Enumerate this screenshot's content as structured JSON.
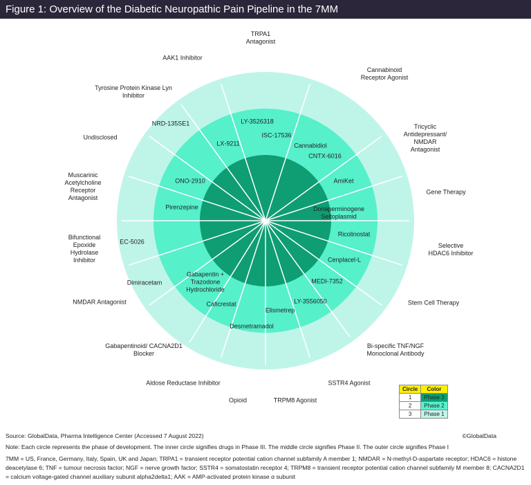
{
  "title": "Figure 1: Overview of the Diabetic Neuropathic Pain Pipeline in the 7MM",
  "colors": {
    "phase1": "#bff5e9",
    "phase2": "#56f0cb",
    "phase3": "#0f9d73",
    "header": "#2b2639"
  },
  "outer_labels": [
    "TRPA1\nAntagonist",
    "AAK1 Inhibitor",
    "Cannabinoid\nReceptor Agonist",
    "Tyrosine Protein Kinase Lyn\nInhibitor",
    "Undisclosed",
    "Tricyclic\nAntidepressant/\nNMDAR\nAntagonist",
    "Gene Therapy",
    "Muscarinic\nAcetylcholine\nReceptor\nAntagonist",
    "Bifunctional\nEpoxide\nHydrolase\nInhibitor",
    "Selective\nHDAC6 Inhibitor",
    "NMDAR Antagonist",
    "Stem Cell Therapy",
    "Gabapentinoid/ CACNA2D1\nBlocker",
    "Bi-specific TNF/NGF\nMonoclonal Antibody",
    "Aldose Reductase Inhibitor",
    "SSTR4 Agonist",
    "Opioid",
    "TRPM8 Agonist"
  ],
  "drug_labels": [
    "NRD-135SE1",
    "LY-3526318",
    "ISC-17536",
    "LX-9211",
    "Cannabidiol",
    "CNTX-6016",
    "ONO-2910",
    "AmiKet",
    "Pirenzepine",
    "Donaperminogene\nSeltoplasmid",
    "Ricolinostat",
    "EC-5026",
    "Cenplacel-L",
    "Gabapentin +\nTrazodone\nHydrochloride",
    "Dimiracetam",
    "MEDI-7352",
    "LY-3556050",
    "Caficrestat",
    "Elismetrep",
    "Desmetramadol"
  ],
  "legend": {
    "headers": [
      "Circle",
      "Color"
    ],
    "rows": [
      [
        "1",
        "Phase 3"
      ],
      [
        "2",
        "Phase 2"
      ],
      [
        "3",
        "Phase 1"
      ]
    ]
  },
  "footer": {
    "source": "Source: GlobalData, Pharma Intelligence Center (Accessed 7 August 2022)",
    "copyright": "©GlobalData",
    "note": "Note: Each circle represents the phase of development. The inner circle signifies drugs in Phase III. The middle circle signifies Phase II. The outer circle signifies Phase I",
    "abbreviations": "7MM = US, France, Germany, Italy, Spain, UK and Japan; TRPA1 = transient receptor potential cation channel subfamily A member 1; NMDAR = N-methyl-D-aspartate receptor; HDAC6 = histone deacetylase 6; TNF = tumour necrosis factor; NGF = nerve growth factor; SSTR4 = somatostatin receptor 4; TRPM8 = transient receptor potential cation channel subfamily M member 8; CACNA2D1 = calcium voltage-gated channel auxiliary subunit alpha2delta1; AAK = AMP-activated protein kinase α subunit"
  }
}
